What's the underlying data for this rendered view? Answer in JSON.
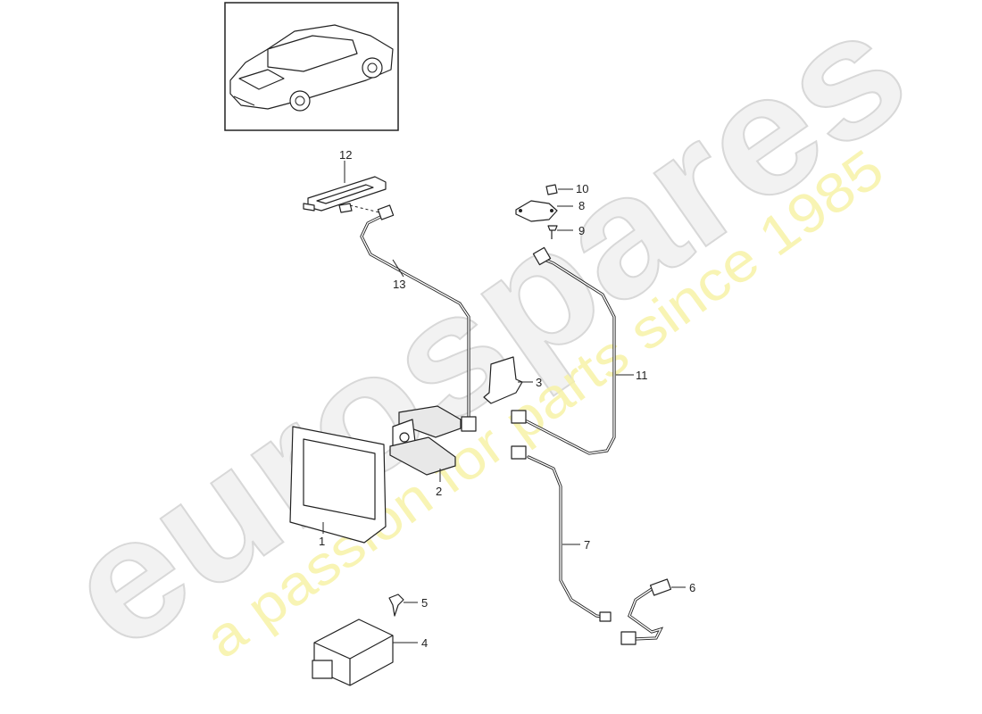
{
  "watermark": {
    "brand": "eurospares",
    "tagline": "a passion for parts since 1985",
    "tagline_color": "#f5f0a0"
  },
  "thumbnail": {
    "subject": "car-overview"
  },
  "callouts": [
    "1",
    "2",
    "3",
    "4",
    "5",
    "6",
    "7",
    "8",
    "9",
    "10",
    "11",
    "12",
    "13"
  ]
}
